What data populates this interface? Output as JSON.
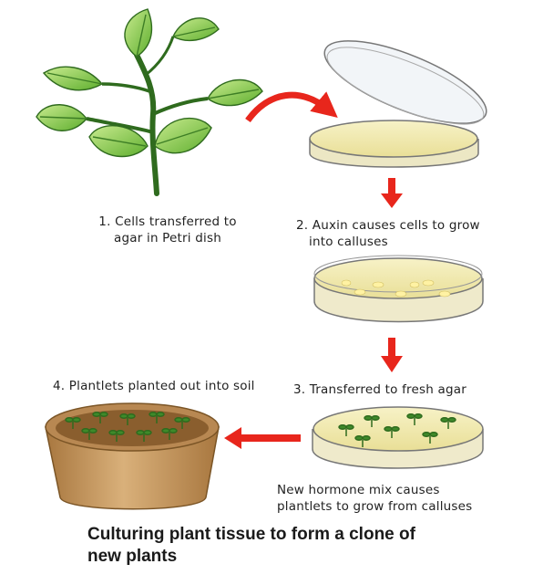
{
  "steps": {
    "step1": {
      "line1": "1. Cells transferred to",
      "line2": "agar in Petri dish"
    },
    "step2": {
      "line1": "2. Auxin causes cells to grow",
      "line2": "into calluses"
    },
    "step3": {
      "line1": "3. Transferred to fresh agar"
    },
    "step4": {
      "line1": "4. Plantlets planted out into soil"
    },
    "hormone_note": {
      "line1": "New hormone mix causes",
      "line2": "plantlets to grow from calluses"
    }
  },
  "caption": {
    "line1": "Culturing plant tissue to form a clone of",
    "line2": "new plants"
  },
  "colors": {
    "arrow": "#e8261c",
    "leaf": "#7cc544",
    "leaf_dark": "#2f6b1e",
    "agar": "#f3ecb0",
    "pot": "#c79a62"
  }
}
